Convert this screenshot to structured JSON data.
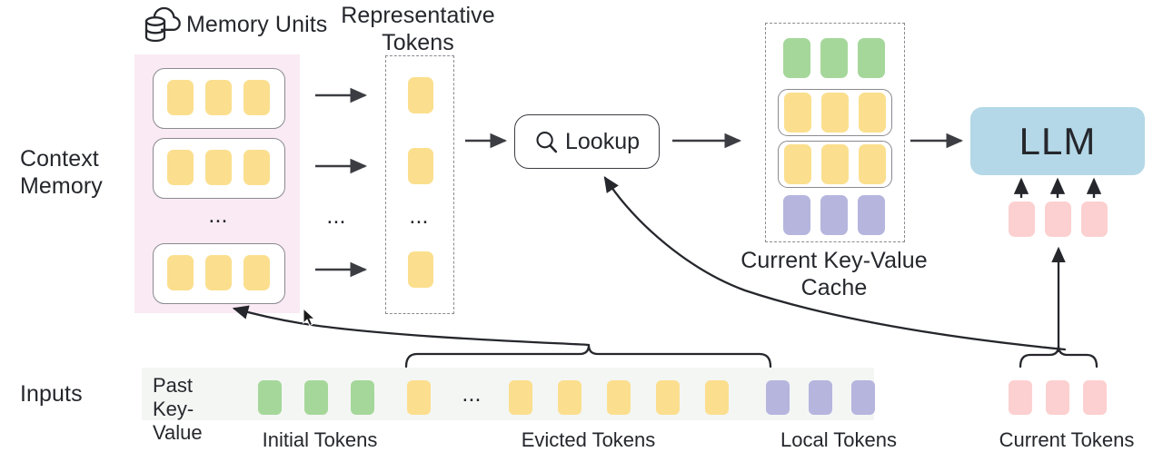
{
  "diagram": {
    "title": "Context Memory LLM KV-cache lookup architecture",
    "row_labels": {
      "context_memory": "Context\nMemory",
      "inputs": "Inputs"
    },
    "context_memory_label_line1": "Context",
    "context_memory_label_line2": "Memory",
    "inputs_label": "Inputs",
    "memory_units": {
      "label": "Memory Units",
      "icon": "cloud-database-icon",
      "unit_count_shown": 3,
      "tokens_per_unit": 3,
      "ellipsis": "...",
      "panel_color": "#f9eaf3",
      "token_color": "#fbdf8e"
    },
    "representative_tokens": {
      "label_line1": "Representative",
      "label_line2": "Tokens",
      "tokens_shown": 3,
      "ellipsis": "...",
      "middle_ellipsis": "...",
      "token_color": "#fbdf8e"
    },
    "lookup": {
      "label": "Lookup",
      "icon": "search-icon"
    },
    "kv_cache": {
      "caption_line1": "Current Key-Value",
      "caption_line2": "Cache",
      "rows": [
        {
          "name": "initial",
          "color": "#a5d79a",
          "boxed": false,
          "cells": 3
        },
        {
          "name": "retrieved-1",
          "color": "#fbdf8e",
          "boxed": true,
          "cells": 3
        },
        {
          "name": "retrieved-2",
          "color": "#fbdf8e",
          "boxed": true,
          "cells": 3
        },
        {
          "name": "local",
          "color": "#b5b5de",
          "boxed": false,
          "cells": 3
        }
      ]
    },
    "llm": {
      "label": "LLM",
      "color": "#b4d8e7",
      "input_token_count": 3,
      "input_token_color": "#fcd0d0"
    },
    "inputs": {
      "past_key_value_label_line1": "Past",
      "past_key_value_label_line2": "Key-Value",
      "strip_color": "#f4f6f4",
      "ellipsis": "...",
      "tokens": [
        {
          "group": "initial",
          "color": "#a5d79a"
        },
        {
          "group": "initial",
          "color": "#a5d79a"
        },
        {
          "group": "initial",
          "color": "#a5d79a"
        },
        {
          "group": "evicted",
          "color": "#fbdf8e"
        },
        {
          "group": "evicted",
          "color": "#fbdf8e"
        },
        {
          "group": "evicted",
          "color": "#fbdf8e"
        },
        {
          "group": "evicted",
          "color": "#fbdf8e"
        },
        {
          "group": "evicted",
          "color": "#fbdf8e"
        },
        {
          "group": "evicted",
          "color": "#fbdf8e"
        },
        {
          "group": "local",
          "color": "#b5b5de"
        },
        {
          "group": "local",
          "color": "#b5b5de"
        },
        {
          "group": "local",
          "color": "#b5b5de"
        }
      ],
      "current_tokens": [
        {
          "group": "current",
          "color": "#fcd0d0"
        },
        {
          "group": "current",
          "color": "#fcd0d0"
        },
        {
          "group": "current",
          "color": "#fcd0d0"
        }
      ],
      "group_labels": {
        "initial": "Initial Tokens",
        "evicted": "Evicted Tokens",
        "local": "Local Tokens",
        "current": "Current Tokens"
      }
    },
    "colors": {
      "yellow": "#fbdf8e",
      "green": "#a5d79a",
      "purple": "#b5b5de",
      "pink_token": "#fcd0d0",
      "blue": "#b4d8e7",
      "memory_panel": "#f9eaf3",
      "inputs_strip": "#f4f6f4",
      "stroke": "#3b3d42",
      "dashed_stroke": "#8a8a90"
    }
  }
}
